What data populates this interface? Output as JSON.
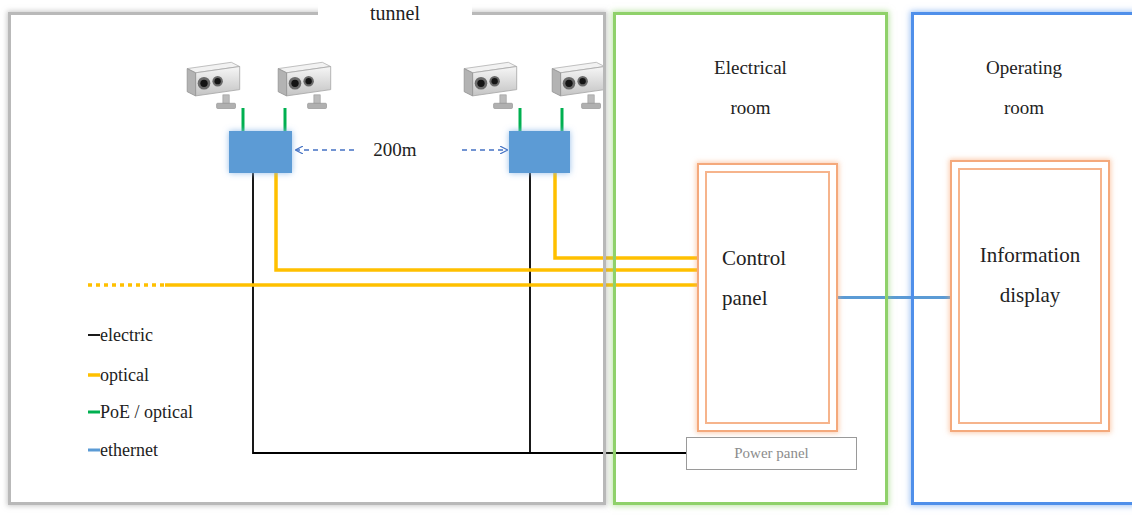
{
  "diagram": {
    "nodes": [
      {
        "text": [
          "tunnel"
        ]
      },
      {
        "text": [
          "Electrical room"
        ]
      },
      {
        "text": [
          "Control panel"
        ],
        "in": 1
      },
      {
        "text": [
          "Power panel"
        ],
        "in": 1
      },
      {
        "text": [
          "Operating room"
        ]
      },
      {
        "text": [
          "Information display"
        ],
        "in": 4
      }
    ],
    "edges": [
      {
        "from": 2,
        "to": 5,
        "arrow": "none"
      }
    ],
    "labels": [
      "200m"
    ],
    "legend": [
      {
        "text": "electric"
      },
      {
        "text": "optical"
      },
      {
        "text": "PoE / optical"
      },
      {
        "text": "ethernet"
      }
    ]
  }
}
